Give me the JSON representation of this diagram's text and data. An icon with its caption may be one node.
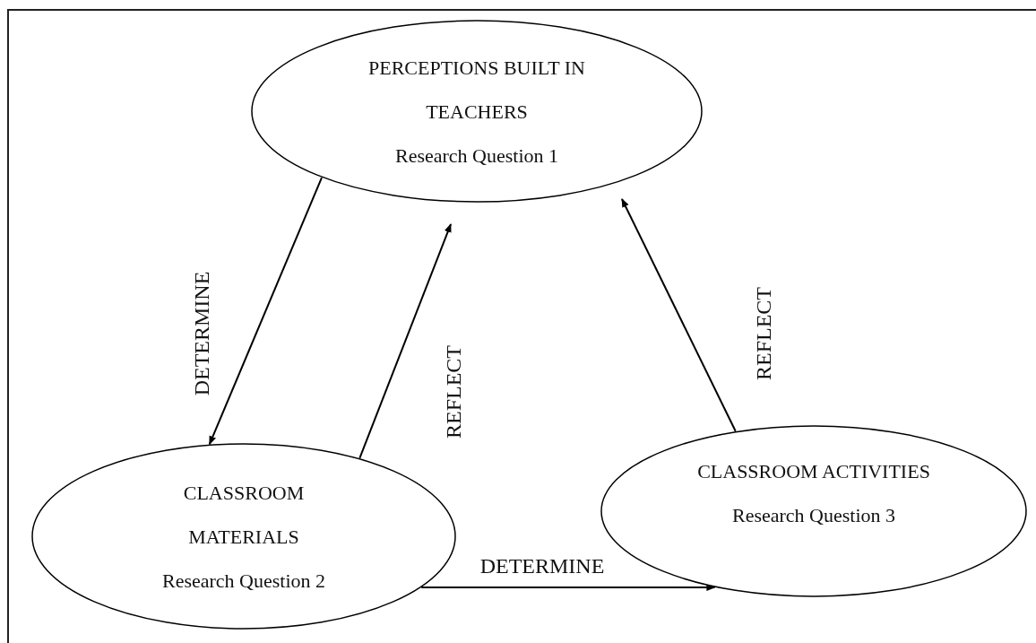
{
  "diagram": {
    "nodes": [
      {
        "text": [
          "PERCEPTIONS BUILT IN TEACHERS",
          "Research Question 1"
        ]
      },
      {
        "text": [
          "CLASSROOM MATERIALS",
          "Research Question 2"
        ]
      },
      {
        "text": [
          "CLASSROOM ACTIVITIES",
          "Research Question 3"
        ]
      }
    ],
    "edges": [
      {
        "from": 0,
        "to": 1,
        "arrow": "to",
        "label": "DETERMINE"
      },
      {
        "from": 1,
        "to": 0,
        "arrow": "to",
        "label": "REFLECT"
      },
      {
        "from": 1,
        "to": 2,
        "arrow": "to",
        "label": "DETERMINE"
      },
      {
        "from": 2,
        "to": 0,
        "arrow": "to",
        "label": "REFLECT"
      }
    ]
  }
}
